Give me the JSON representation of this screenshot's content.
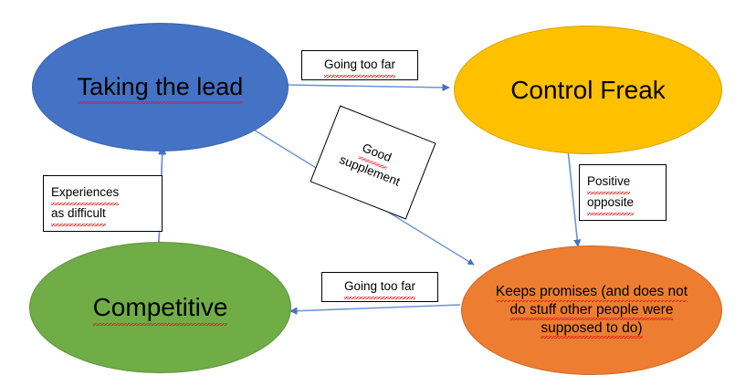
{
  "diagram": {
    "title": "Taking the lead / Control Freak / Competitive feedback loop diagram",
    "background_color": "#FFFFFF",
    "arrow_color": "#4472C4",
    "nodes": [
      {
        "id": "taking-the-lead",
        "text": "Taking the lead",
        "fill": "#4472C4",
        "shape": "ellipse",
        "spellcheck_underline": true
      },
      {
        "id": "control-freak",
        "text": "Control Freak",
        "fill": "#FFC000",
        "shape": "ellipse",
        "spellcheck_underline": false
      },
      {
        "id": "competitive",
        "text": "Competitive",
        "fill": "#70AD47",
        "shape": "ellipse",
        "spellcheck_underline": true
      },
      {
        "id": "keeps-promises",
        "line1": "Keeps promises (and does not",
        "line2": "do stuff other people were",
        "line3": "supposed to do)",
        "fill": "#ED7D31",
        "shape": "ellipse",
        "spellcheck_underline": true
      }
    ],
    "edge_labels": [
      {
        "id": "going-too-far-top",
        "text": "Going too far"
      },
      {
        "id": "good-supplement",
        "line1": "Good",
        "line2": "supplement",
        "rotation_deg": 21.5
      },
      {
        "id": "experiences-as-difficult",
        "line1": "Experiences",
        "line2": "as difficult"
      },
      {
        "id": "positive-opposite",
        "line1": "Positive",
        "line2": "opposite"
      },
      {
        "id": "going-too-far-bottom",
        "text": "Going too far"
      }
    ],
    "edges": [
      {
        "id": "lead-to-control",
        "from": "taking-the-lead",
        "to": "control-freak",
        "label": "Going too far"
      },
      {
        "id": "lead-to-keeps-promises",
        "from": "taking-the-lead",
        "to": "keeps-promises",
        "label": "Good supplement"
      },
      {
        "id": "control-to-keeps-promises",
        "from": "control-freak",
        "to": "keeps-promises",
        "label": "Positive opposite"
      },
      {
        "id": "keeps-promises-to-competitive",
        "from": "keeps-promises",
        "to": "competitive",
        "label": "Going too far"
      },
      {
        "id": "competitive-to-lead",
        "from": "competitive",
        "to": "taking-the-lead",
        "label": "Experiences as difficult"
      }
    ]
  }
}
